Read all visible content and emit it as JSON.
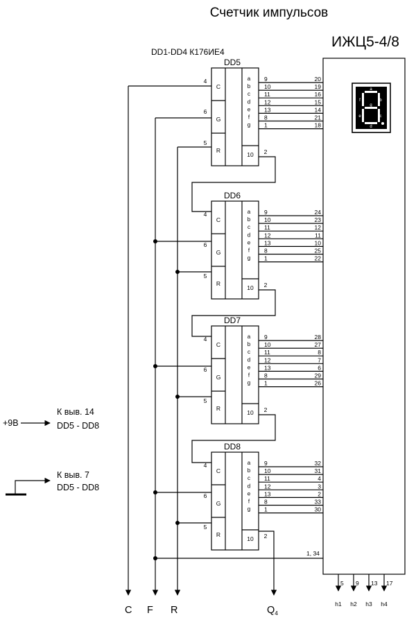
{
  "title": "Счетчик импульсов",
  "indicator_label": "ИЖЦ5-4/8",
  "chip_note": "DD1-DD4  К176ИЕ4",
  "input_labels": {
    "c": "C",
    "g": "G",
    "r": "R"
  },
  "segment_labels": [
    "a",
    "b",
    "c",
    "d",
    "e",
    "f",
    "g"
  ],
  "counter_in_pins": [
    "9",
    "10",
    "11",
    "12",
    "13",
    "8",
    "1"
  ],
  "carry_pins": {
    "out": "10",
    "next": "2"
  },
  "chips": [
    {
      "name": "DD5",
      "pin_c": "4",
      "pin_g": "6",
      "pin_r": "5",
      "outputs": [
        "20",
        "19",
        "16",
        "15",
        "14",
        "21",
        "18"
      ]
    },
    {
      "name": "DD6",
      "pin_c": "4",
      "pin_g": "6",
      "pin_r": "5",
      "outputs": [
        "24",
        "23",
        "12",
        "11",
        "10",
        "25",
        "22"
      ]
    },
    {
      "name": "DD7",
      "pin_c": "4",
      "pin_g": "6",
      "pin_r": "5",
      "outputs": [
        "28",
        "27",
        "8",
        "7",
        "6",
        "29",
        "26"
      ]
    },
    {
      "name": "DD8",
      "pin_c": "4",
      "pin_g": "6",
      "pin_r": "5",
      "outputs": [
        "32",
        "31",
        "4",
        "3",
        "2",
        "33",
        "30"
      ]
    }
  ],
  "digit_segment_labels": [
    "a",
    "b",
    "c",
    "d",
    "e",
    "f",
    "g"
  ],
  "common_pin": "1, 34",
  "grid_pins": [
    "5",
    "9",
    "13",
    "17"
  ],
  "grid_labels": [
    "h1",
    "h2",
    "h3",
    "h4"
  ],
  "bus_labels": [
    "C",
    "F",
    "R"
  ],
  "output_label": "Q",
  "output_sub": "4",
  "power": {
    "voltage": "+9В",
    "pin_note": "К выв. 14",
    "chips": "DD5 - DD8"
  },
  "ground": {
    "pin_note": "К выв. 7",
    "chips": "DD5 - DD8"
  }
}
